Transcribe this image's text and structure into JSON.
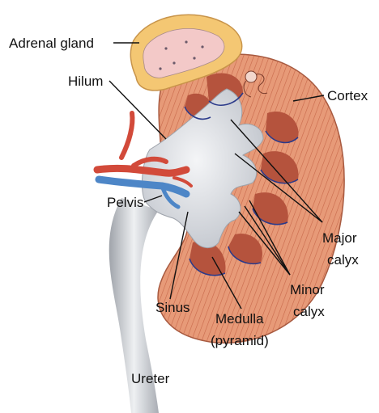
{
  "labels": {
    "adrenal_gland": "Adrenal gland",
    "hilum": "Hilum",
    "cortex": "Cortex",
    "pelvis": "Pelvis",
    "major_calyx_line1": "Major",
    "major_calyx_line2": "calyx",
    "minor_calyx_line1": "Minor",
    "minor_calyx_line2": "calyx",
    "sinus": "Sinus",
    "medulla_line1": "Medulla",
    "medulla_line2": "(pyramid)",
    "ureter": "Ureter"
  },
  "colors": {
    "cortex": "#e79a78",
    "cortex_stripe": "#c8684a",
    "pyramid": "#b5533d",
    "pelvis": "#e4e6ea",
    "pelvis_shadow": "#b8bcc4",
    "adrenal_outer": "#f4c773",
    "adrenal_inner": "#f3c9c8",
    "artery": "#d24a3a",
    "vein": "#4d86c7",
    "ureter": "#d7d9dd"
  }
}
